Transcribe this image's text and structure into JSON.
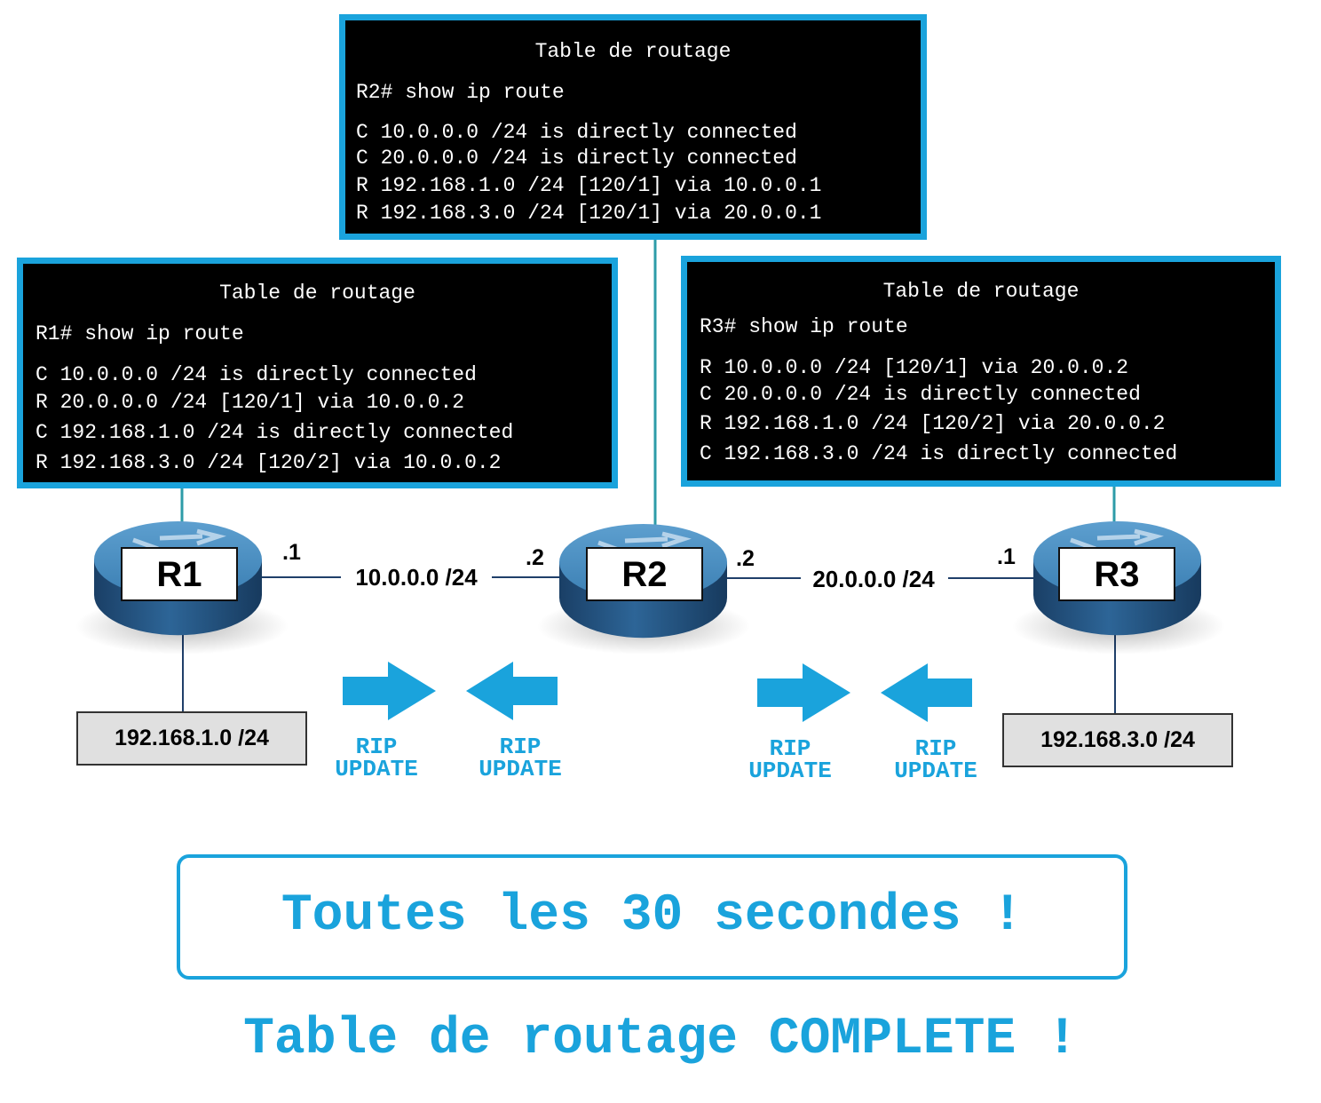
{
  "colors": {
    "accent": "#1aa3dc",
    "terminal_bg": "#000000",
    "terminal_text": "#ffffff",
    "router_top": "#3f86b8",
    "router_side": "#1f4f7a",
    "subnet_box": "#e0e0e0"
  },
  "tables": {
    "r1": {
      "title": "Table de routage",
      "command": "R1# show ip route",
      "routes": [
        "C 10.0.0.0 /24 is directly connected",
        "R 20.0.0.0 /24 [120/1] via 10.0.0.2",
        "C 192.168.1.0 /24 is directly connected",
        "R 192.168.3.0 /24 [120/2] via 10.0.0.2"
      ]
    },
    "r2": {
      "title": "Table de routage",
      "command": "R2# show ip route",
      "routes": [
        "C 10.0.0.0 /24 is directly connected",
        "C 20.0.0.0 /24 is directly connected",
        "R 192.168.1.0 /24 [120/1] via 10.0.0.1",
        "R 192.168.3.0 /24 [120/1] via 20.0.0.1"
      ]
    },
    "r3": {
      "title": "Table de routage",
      "command": "R3# show ip route",
      "routes": [
        "R 10.0.0.0 /24 [120/1] via 20.0.0.2",
        "C 20.0.0.0 /24 is directly connected",
        "R 192.168.1.0 /24 [120/2] via 20.0.0.2",
        "C 192.168.3.0 /24 is directly connected"
      ]
    }
  },
  "routers": {
    "r1": "R1",
    "r2": "R2",
    "r3": "R3"
  },
  "links": {
    "r1_r2": {
      "network": "10.0.0.0 /24",
      "left_iface": ".1",
      "right_iface": ".2"
    },
    "r2_r3": {
      "network": "20.0.0.0 /24",
      "left_iface": ".2",
      "right_iface": ".1"
    }
  },
  "lans": {
    "r1": "192.168.1.0 /24",
    "r3": "192.168.3.0 /24"
  },
  "rip": {
    "line1": "RIP",
    "line2": "UPDATE"
  },
  "banner": "Toutes les 30 secondes !",
  "conclusion": "Table de routage COMPLETE !"
}
